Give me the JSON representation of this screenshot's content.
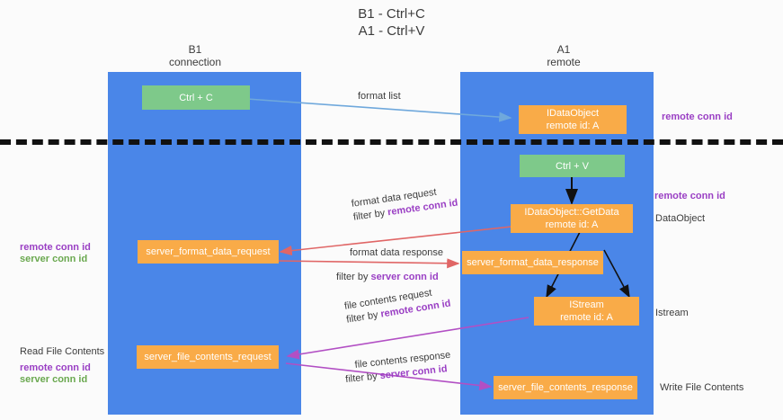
{
  "title": {
    "line1": "B1 - Ctrl+C",
    "line2": "A1 - Ctrl+V"
  },
  "columns": {
    "left": {
      "name": "B1",
      "role": "connection"
    },
    "right": {
      "name": "A1",
      "role": "remote"
    }
  },
  "boxes": {
    "ctrl_c": {
      "label": "Ctrl + C"
    },
    "ctrl_v": {
      "label": "Ctrl + V"
    },
    "idataobject": {
      "line1": "IDataObject",
      "line2": "remote id: A"
    },
    "idataobject_getdata": {
      "line1": "IDataObject::GetData",
      "line2": "remote id: A"
    },
    "istream": {
      "line1": "IStream",
      "line2": "remote id: A"
    },
    "server_format_data_request": {
      "label": "server_format_data_request"
    },
    "server_format_data_response": {
      "label": "server_format_data_response"
    },
    "server_file_contents_request": {
      "label": "server_file_contents_request"
    },
    "server_file_contents_response": {
      "label": "server_file_contents_response"
    }
  },
  "flows": {
    "format_list": {
      "label": "format list"
    },
    "format_data_request": {
      "label": "format data request",
      "filter_prefix": "filter by ",
      "filter_key": "remote conn id"
    },
    "format_data_response": {
      "label": "format data response",
      "filter_prefix": "filter by ",
      "filter_key": "server conn id"
    },
    "file_contents_request": {
      "label": "file contents request",
      "filter_prefix": "filter by ",
      "filter_key": "remote conn id"
    },
    "file_contents_response": {
      "label": "file contents response",
      "filter_prefix": "filter by ",
      "filter_key": "server conn id"
    }
  },
  "annotations": {
    "right_remote_conn_id_top": "remote conn id",
    "right_remote_conn_id_mid": "remote conn id",
    "right_dataobject": "DataObject",
    "right_istream": "Istream",
    "right_write_file_contents": "Write File Contents",
    "left_remote_conn_id_mid": "remote conn id",
    "left_server_conn_id_mid": "server conn id",
    "left_read_file_contents": "Read File Contents",
    "left_remote_conn_id_bot": "remote conn id",
    "left_server_conn_id_bot": "server conn id"
  },
  "colors": {
    "lane": "#4a86e8",
    "green": "#7ec98a",
    "orange": "#f9ab48",
    "purple": "#9a3fc4",
    "green_text": "#6aa84f",
    "red_arrow": "#e06666",
    "magenta_arrow": "#b24fc4",
    "blue_arrow": "#6fa8dc",
    "dark_arrow": "#000000",
    "background": "#fbfbfb"
  }
}
